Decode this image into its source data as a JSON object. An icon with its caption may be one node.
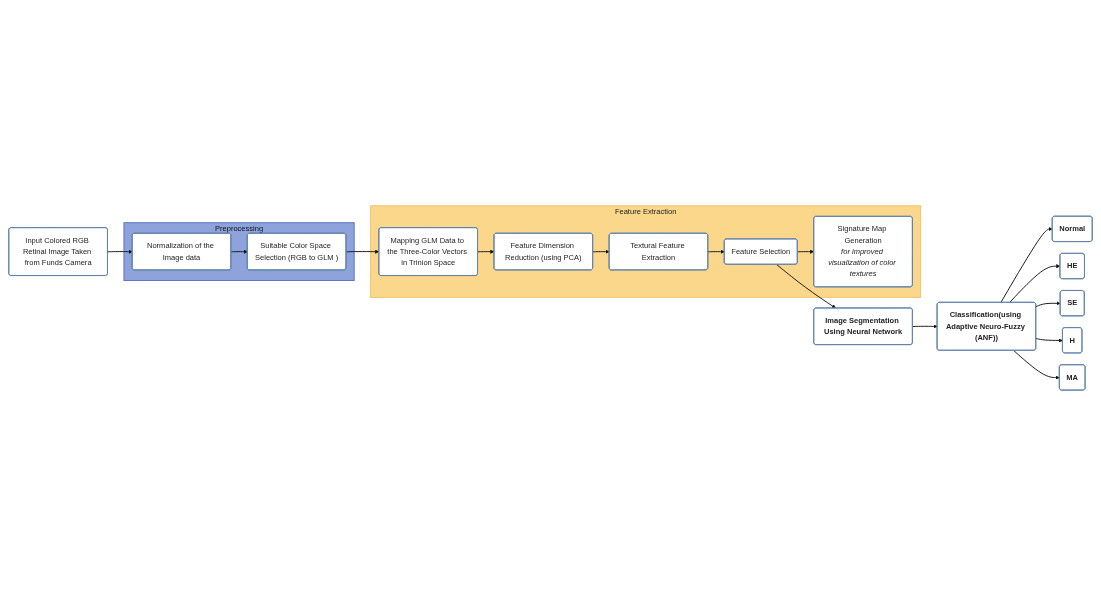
{
  "diagram": {
    "nodes": [
      {
        "text": [
          "Input Colored RGB Retinal Image Taken from Funds Camera"
        ]
      },
      {
        "text": [
          "Preprocessing"
        ]
      },
      {
        "text": [
          "Normalization of the Image data"
        ],
        "in": 1
      },
      {
        "text": [
          "Suitable Color Space Selection (RGB to GLM )"
        ],
        "in": 1
      },
      {
        "text": [
          "Feature Extraction"
        ]
      },
      {
        "text": [
          "Mapping GLM Data to the Three-Color Vectors in Trinion Space"
        ],
        "in": 4
      },
      {
        "text": [
          "Feature Dimension Reduction (using PCA)"
        ],
        "in": 4
      },
      {
        "text": [
          "Textural Feature Extraction"
        ],
        "in": 4
      },
      {
        "text": [
          "Feature Selection"
        ],
        "in": 4
      },
      {
        "text": [
          "Signature Map Generation",
          "for improved visualization of color textures"
        ],
        "in": 4
      },
      {
        "text": [
          "Image Segmentation Using Neural Network"
        ]
      },
      {
        "text": [
          "Classification(using Adaptive Neuro-Fuzzy (ANF))"
        ]
      },
      {
        "text": [
          "Normal"
        ]
      },
      {
        "text": [
          "HE"
        ]
      },
      {
        "text": [
          "SE"
        ]
      },
      {
        "text": [
          "H"
        ]
      },
      {
        "text": [
          "MA"
        ]
      }
    ],
    "edges": [
      {
        "from": 0,
        "to": 2,
        "arrow": "to"
      },
      {
        "from": 2,
        "to": 3,
        "arrow": "to"
      },
      {
        "from": 3,
        "to": 5,
        "arrow": "to"
      },
      {
        "from": 5,
        "to": 6,
        "arrow": "to"
      },
      {
        "from": 6,
        "to": 7,
        "arrow": "to"
      },
      {
        "from": 7,
        "to": 8,
        "arrow": "to"
      },
      {
        "from": 8,
        "to": 9,
        "arrow": "to"
      },
      {
        "from": 8,
        "to": 10,
        "arrow": "to"
      },
      {
        "from": 10,
        "to": 11,
        "arrow": "to"
      },
      {
        "from": 11,
        "to": 12,
        "arrow": "to"
      },
      {
        "from": 11,
        "to": 13,
        "arrow": "to"
      },
      {
        "from": 11,
        "to": 14,
        "arrow": "to"
      },
      {
        "from": 11,
        "to": 15,
        "arrow": "to"
      },
      {
        "from": 11,
        "to": 16,
        "arrow": "to"
      }
    ]
  }
}
